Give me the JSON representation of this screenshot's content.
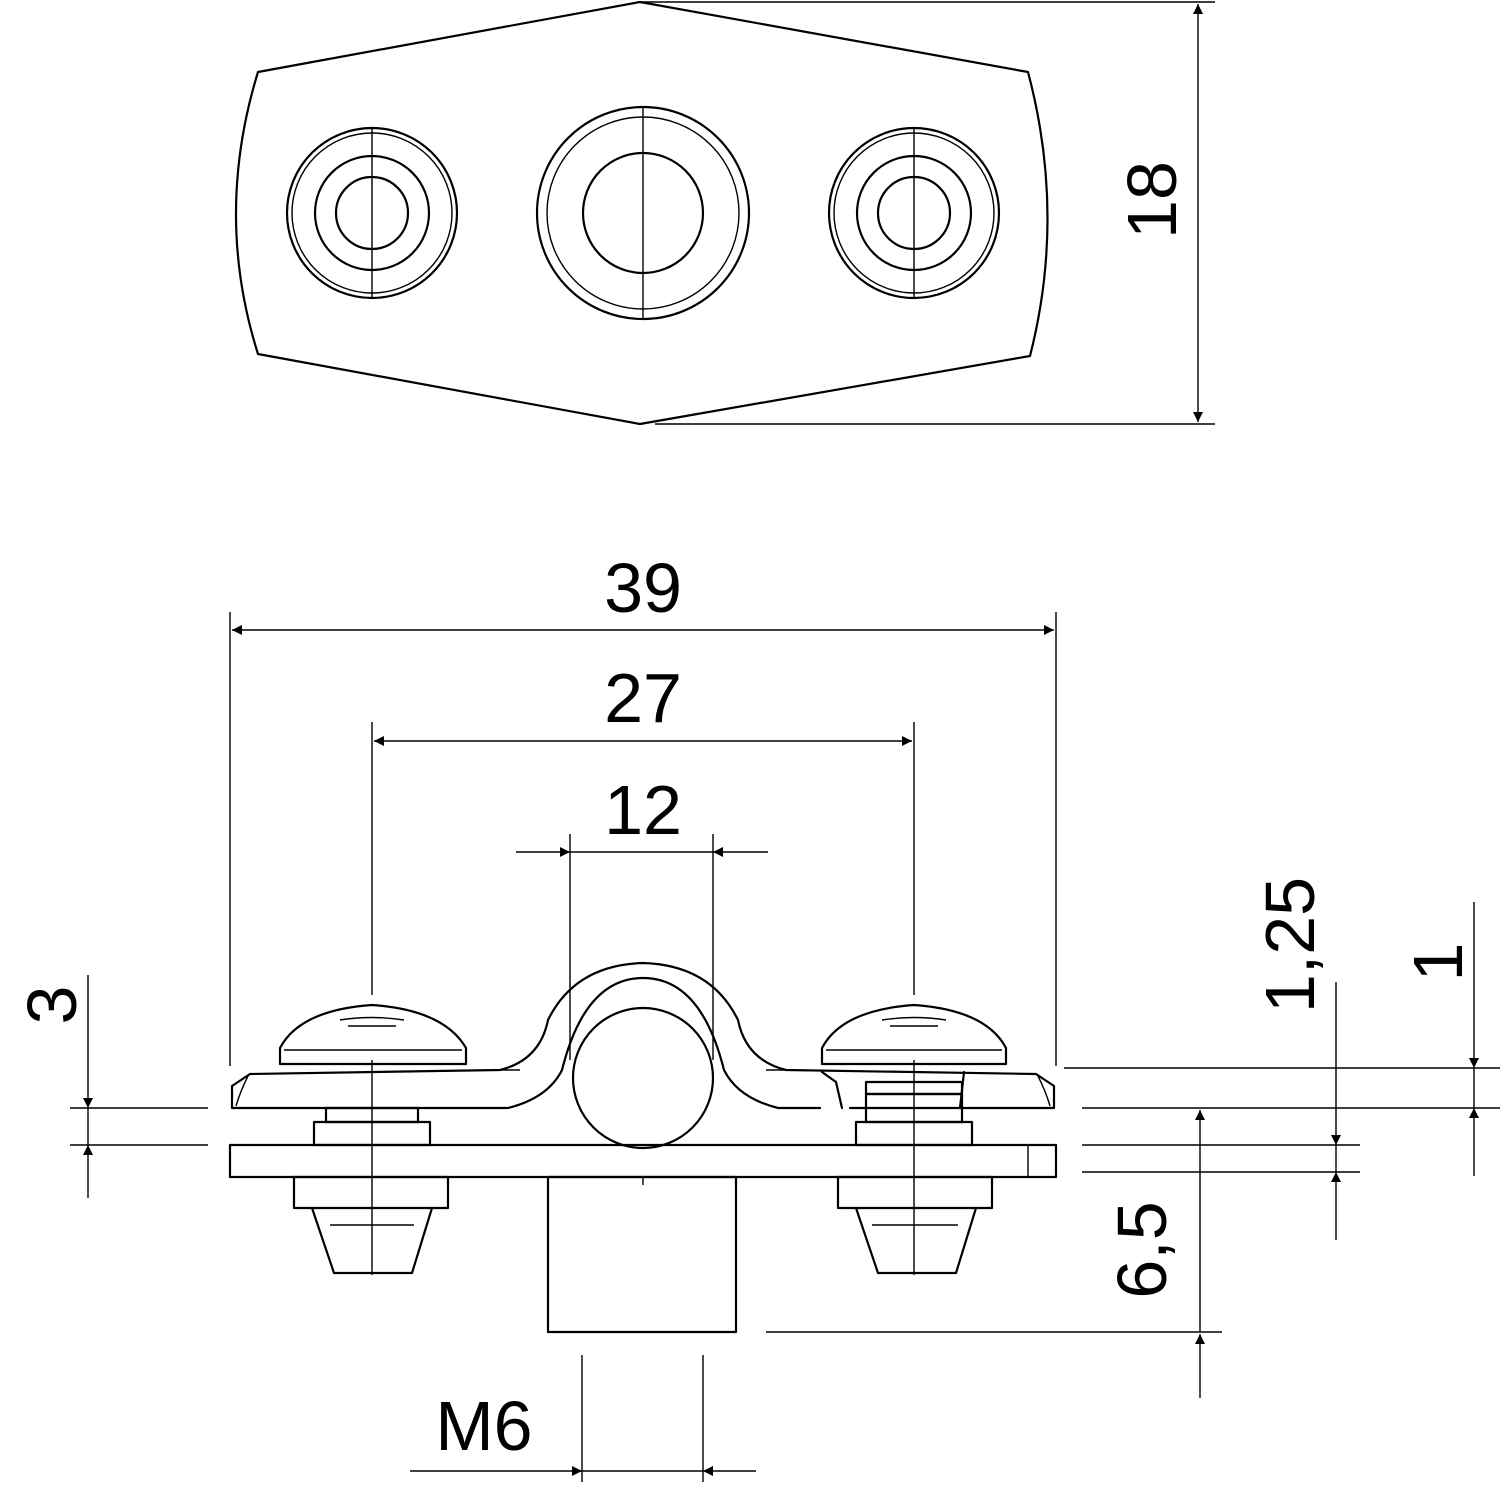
{
  "dimensions": {
    "height_top": "18",
    "overall_width": "39",
    "hole_spacing": "27",
    "conductor_diameter": "12",
    "plate_thickness": "3",
    "clamp_thickness": "1,25",
    "gap": "1",
    "stud_length": "6,5",
    "thread": "M6"
  },
  "colors": {
    "line": "#000000",
    "background": "#ffffff"
  }
}
